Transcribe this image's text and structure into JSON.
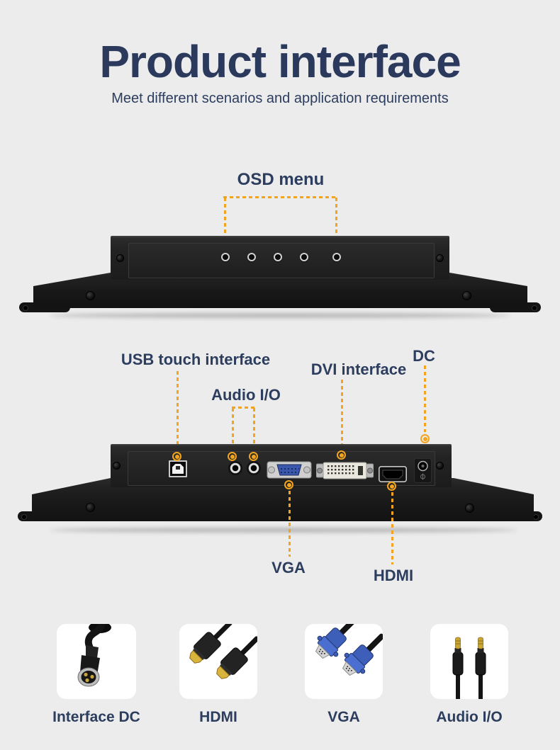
{
  "style": {
    "background": "#ececec",
    "text_navy": "#2c3d5e",
    "accent_orange": "#f3a41e",
    "vga_blue": "#3a57ad",
    "chassis_black": "#1c1c1c"
  },
  "header": {
    "title": "Product interface",
    "subtitle": "Meet different scenarios and application requirements"
  },
  "osd_section": {
    "label": "OSD menu",
    "button_count": 5
  },
  "ports_section": {
    "usb_label": "USB touch interface",
    "audio_label": "Audio I/O",
    "dvi_label": "DVI interface",
    "dc_label": "DC",
    "vga_label": "VGA",
    "hdmi_label": "HDMI"
  },
  "cards": [
    {
      "label": "Interface DC",
      "icon": "dc-connector-icon"
    },
    {
      "label": "HDMI",
      "icon": "hdmi-cable-icon"
    },
    {
      "label": "VGA",
      "icon": "vga-cable-icon"
    },
    {
      "label": "Audio I/O",
      "icon": "audio-cable-icon"
    }
  ]
}
